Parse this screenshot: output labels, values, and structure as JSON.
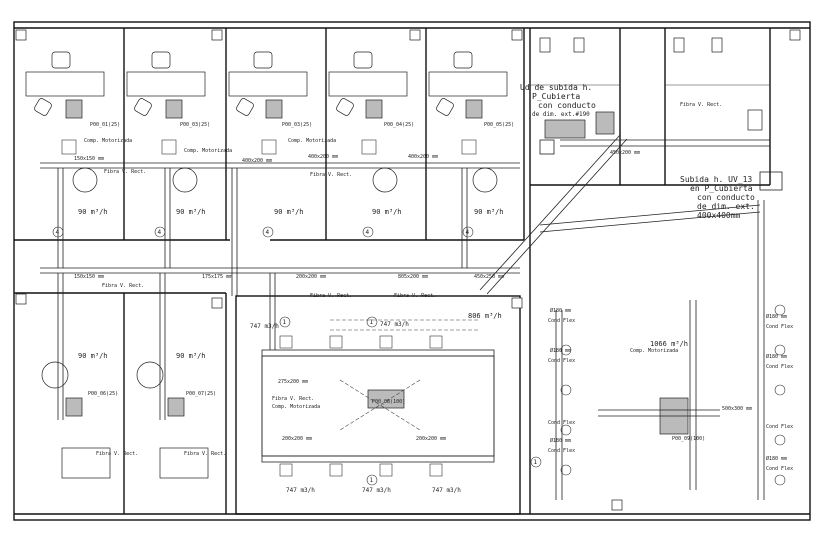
{
  "labels": {
    "ud_subida_1": "Ud de subida h.",
    "ud_subida_2": "P_Cubierta",
    "ud_subida_3": "con conducto",
    "ud_subida_4": "de dim. ext.#190",
    "subida_uv13_1": "Subida h. UV_13",
    "subida_uv13_2": "en P_Cubierta",
    "subida_uv13_3": "con conducto",
    "subida_uv13_4": "de dim. ext.",
    "subida_uv13_5": "400x400mm",
    "flow_90": "90 m³/h",
    "flow_747": "747 m3/h",
    "flow_806": "806 m³/h",
    "flow_1066": "1066 m³/h",
    "fibra_rect": "Fibra V. Rect.",
    "cond_flex": "Cond Flex",
    "comp_motorizada": "Comp. Motorizada",
    "duct_150x150": "150x150 mm",
    "duct_200x200": "200x200 mm",
    "duct_400x200": "400x200 mm",
    "duct_175x175": "175x175 mm",
    "duct_450x250": "450x250 mm",
    "duct_275x200": "275x200 mm",
    "duct_805x200": "805x200 mm",
    "duct_500x300": "500x300 mm",
    "duct_450x200": "450x200 mm",
    "diam_180": "Ø180 mm",
    "unit_p00_01": "P00_01(25)",
    "unit_p00_03": "P00_03(25)",
    "unit_p00_04": "P00_04(25)",
    "unit_p00_05": "P00_05(25)",
    "unit_p00_06": "P00_06(25)",
    "unit_p00_07": "P00_07(25)",
    "unit_p00_08": "P00_08(100)",
    "unit_p00_09": "P00_09(100)",
    "node_4": "4",
    "node_1": "1"
  }
}
